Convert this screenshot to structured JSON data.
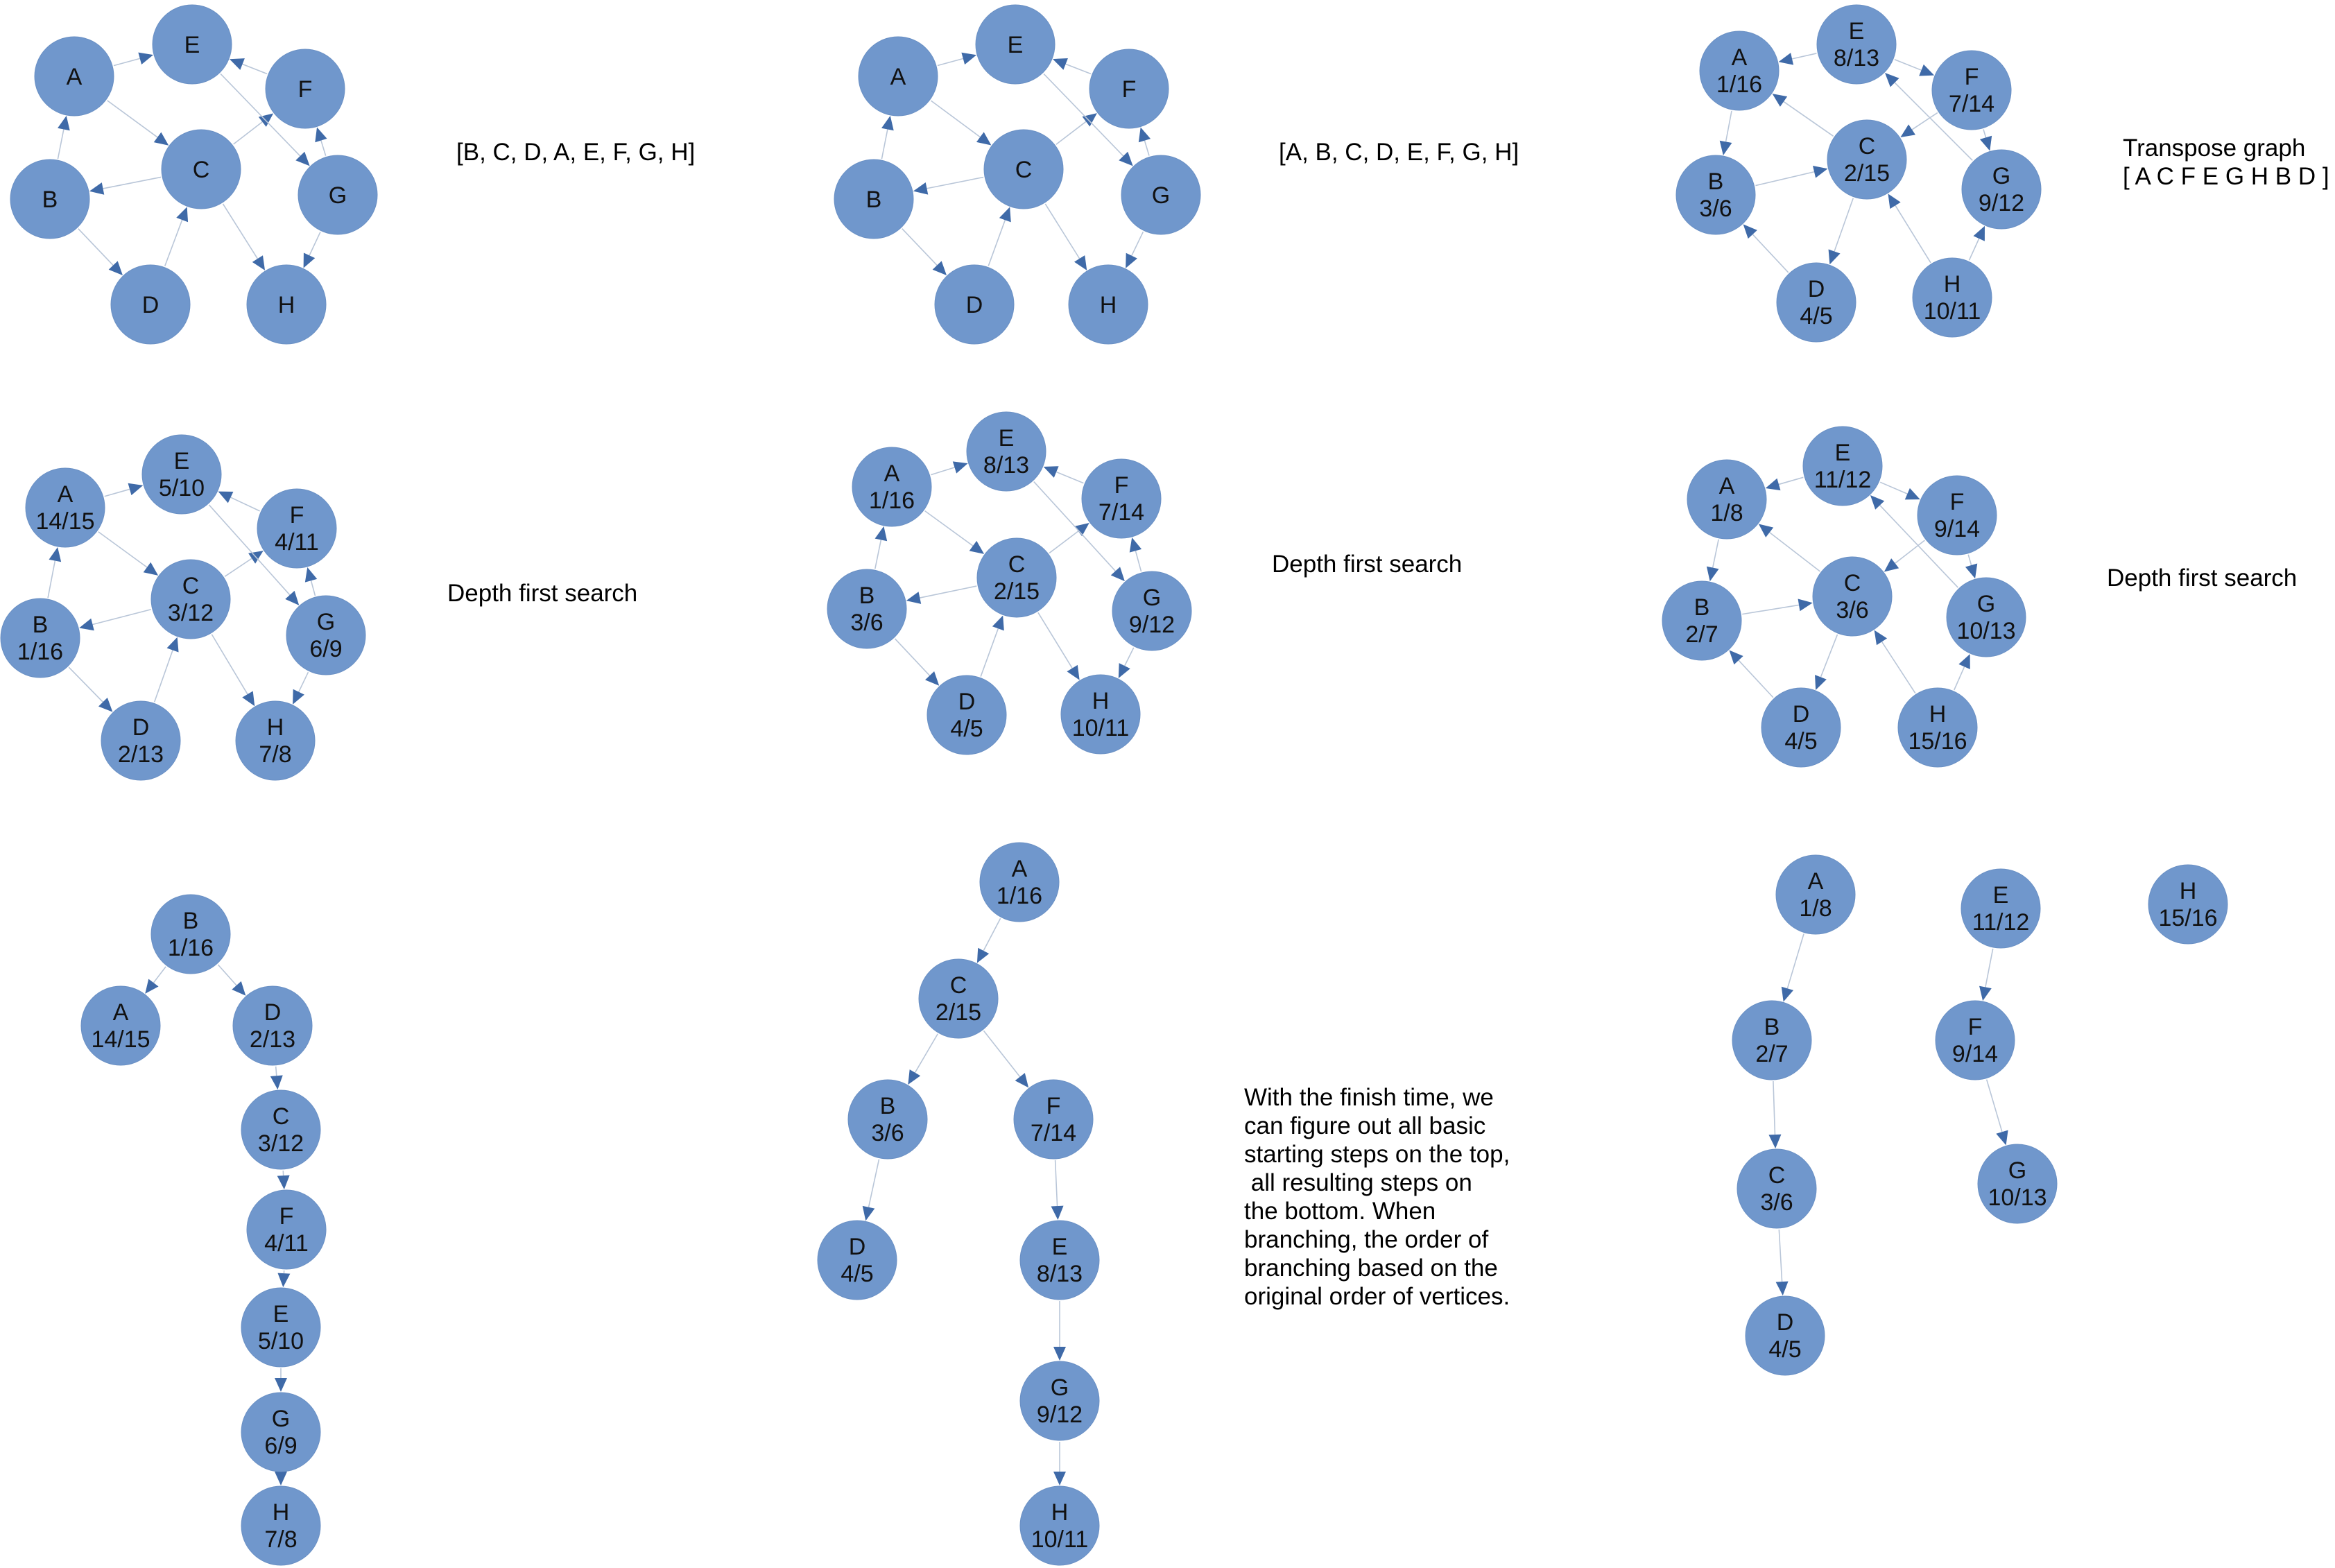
{
  "colors": {
    "node_fill": "#7097cc",
    "edge": "#b9c6d8",
    "arrow": "#3f6aa8"
  },
  "captions": {
    "order_1": "[B, C, D, A, E, F, G, H]",
    "order_2": "[A, B, C, D, E, F, G, H]",
    "transpose_title": "Transpose graph",
    "transpose_order": "[ A C F E G H B D ]",
    "dfs_1": "Depth first search",
    "dfs_2": "Depth first search",
    "dfs_3": "Depth first search",
    "explanation": "With the finish time, we\ncan figure out all basic\nstarting steps on the top,\n all resulting steps on\nthe bottom. When\nbranching, the order of\nbranching based on the\noriginal order of vertices."
  },
  "diagrams": [
    {
      "id": "graph-r1c1",
      "nodes": [
        {
          "id": "A",
          "label": "A",
          "sub": ""
        },
        {
          "id": "E",
          "label": "E",
          "sub": ""
        },
        {
          "id": "F",
          "label": "F",
          "sub": ""
        },
        {
          "id": "B",
          "label": "B",
          "sub": ""
        },
        {
          "id": "C",
          "label": "C",
          "sub": ""
        },
        {
          "id": "G",
          "label": "G",
          "sub": ""
        },
        {
          "id": "D",
          "label": "D",
          "sub": ""
        },
        {
          "id": "H",
          "label": "H",
          "sub": ""
        }
      ],
      "edges": [
        [
          "A",
          "E"
        ],
        [
          "A",
          "C"
        ],
        [
          "B",
          "A"
        ],
        [
          "B",
          "D"
        ],
        [
          "C",
          "B"
        ],
        [
          "C",
          "F"
        ],
        [
          "C",
          "H"
        ],
        [
          "D",
          "C"
        ],
        [
          "F",
          "E"
        ],
        [
          "E",
          "G"
        ],
        [
          "G",
          "F"
        ],
        [
          "G",
          "H"
        ]
      ]
    },
    {
      "id": "graph-r1c2",
      "nodes": [
        {
          "id": "A",
          "label": "A",
          "sub": ""
        },
        {
          "id": "E",
          "label": "E",
          "sub": ""
        },
        {
          "id": "F",
          "label": "F",
          "sub": ""
        },
        {
          "id": "B",
          "label": "B",
          "sub": ""
        },
        {
          "id": "C",
          "label": "C",
          "sub": ""
        },
        {
          "id": "G",
          "label": "G",
          "sub": ""
        },
        {
          "id": "D",
          "label": "D",
          "sub": ""
        },
        {
          "id": "H",
          "label": "H",
          "sub": ""
        }
      ],
      "edges": [
        [
          "A",
          "E"
        ],
        [
          "A",
          "C"
        ],
        [
          "B",
          "A"
        ],
        [
          "B",
          "D"
        ],
        [
          "C",
          "B"
        ],
        [
          "C",
          "F"
        ],
        [
          "C",
          "H"
        ],
        [
          "D",
          "C"
        ],
        [
          "F",
          "E"
        ],
        [
          "E",
          "G"
        ],
        [
          "G",
          "F"
        ],
        [
          "G",
          "H"
        ]
      ]
    },
    {
      "id": "graph-r1c3",
      "nodes": [
        {
          "id": "E",
          "label": "E",
          "sub": "8/13"
        },
        {
          "id": "A",
          "label": "A",
          "sub": "1/16"
        },
        {
          "id": "F",
          "label": "F",
          "sub": "7/14"
        },
        {
          "id": "C",
          "label": "C",
          "sub": "2/15"
        },
        {
          "id": "B",
          "label": "B",
          "sub": "3/6"
        },
        {
          "id": "G",
          "label": "G",
          "sub": "9/12"
        },
        {
          "id": "D",
          "label": "D",
          "sub": "4/5"
        },
        {
          "id": "H",
          "label": "H",
          "sub": "10/11"
        }
      ],
      "edges": [
        [
          "E",
          "A"
        ],
        [
          "E",
          "F"
        ],
        [
          "F",
          "C"
        ],
        [
          "F",
          "G"
        ],
        [
          "C",
          "A"
        ],
        [
          "A",
          "B"
        ],
        [
          "B",
          "C"
        ],
        [
          "C",
          "D"
        ],
        [
          "D",
          "B"
        ],
        [
          "H",
          "C"
        ],
        [
          "H",
          "G"
        ],
        [
          "G",
          "E"
        ]
      ]
    },
    {
      "id": "graph-r2c1",
      "nodes": [
        {
          "id": "A",
          "label": "A",
          "sub": "14/15"
        },
        {
          "id": "E",
          "label": "E",
          "sub": "5/10"
        },
        {
          "id": "F",
          "label": "F",
          "sub": "4/11"
        },
        {
          "id": "C",
          "label": "C",
          "sub": "3/12"
        },
        {
          "id": "B",
          "label": "B",
          "sub": "1/16"
        },
        {
          "id": "G",
          "label": "G",
          "sub": "6/9"
        },
        {
          "id": "D",
          "label": "D",
          "sub": "2/13"
        },
        {
          "id": "H",
          "label": "H",
          "sub": "7/8"
        }
      ],
      "edges": [
        [
          "A",
          "E"
        ],
        [
          "A",
          "C"
        ],
        [
          "B",
          "A"
        ],
        [
          "B",
          "D"
        ],
        [
          "C",
          "B"
        ],
        [
          "C",
          "F"
        ],
        [
          "C",
          "H"
        ],
        [
          "D",
          "C"
        ],
        [
          "F",
          "E"
        ],
        [
          "E",
          "G"
        ],
        [
          "G",
          "F"
        ],
        [
          "G",
          "H"
        ]
      ]
    },
    {
      "id": "graph-r2c2",
      "nodes": [
        {
          "id": "A",
          "label": "A",
          "sub": "1/16"
        },
        {
          "id": "E",
          "label": "E",
          "sub": "8/13"
        },
        {
          "id": "F",
          "label": "F",
          "sub": "7/14"
        },
        {
          "id": "C",
          "label": "C",
          "sub": "2/15"
        },
        {
          "id": "B",
          "label": "B",
          "sub": "3/6"
        },
        {
          "id": "G",
          "label": "G",
          "sub": "9/12"
        },
        {
          "id": "D",
          "label": "D",
          "sub": "4/5"
        },
        {
          "id": "H",
          "label": "H",
          "sub": "10/11"
        }
      ],
      "edges": [
        [
          "A",
          "E"
        ],
        [
          "A",
          "C"
        ],
        [
          "B",
          "A"
        ],
        [
          "B",
          "D"
        ],
        [
          "C",
          "B"
        ],
        [
          "C",
          "F"
        ],
        [
          "C",
          "H"
        ],
        [
          "D",
          "C"
        ],
        [
          "F",
          "E"
        ],
        [
          "E",
          "G"
        ],
        [
          "G",
          "F"
        ],
        [
          "G",
          "H"
        ]
      ]
    },
    {
      "id": "graph-r2c3",
      "nodes": [
        {
          "id": "E",
          "label": "E",
          "sub": "11/12"
        },
        {
          "id": "A",
          "label": "A",
          "sub": "1/8"
        },
        {
          "id": "F",
          "label": "F",
          "sub": "9/14"
        },
        {
          "id": "C",
          "label": "C",
          "sub": "3/6"
        },
        {
          "id": "B",
          "label": "B",
          "sub": "2/7"
        },
        {
          "id": "G",
          "label": "G",
          "sub": "10/13"
        },
        {
          "id": "D",
          "label": "D",
          "sub": "4/5"
        },
        {
          "id": "H",
          "label": "H",
          "sub": "15/16"
        }
      ],
      "edges": [
        [
          "E",
          "A"
        ],
        [
          "E",
          "F"
        ],
        [
          "F",
          "C"
        ],
        [
          "F",
          "G"
        ],
        [
          "C",
          "A"
        ],
        [
          "A",
          "B"
        ],
        [
          "B",
          "C"
        ],
        [
          "C",
          "D"
        ],
        [
          "D",
          "B"
        ],
        [
          "H",
          "C"
        ],
        [
          "H",
          "G"
        ],
        [
          "G",
          "E"
        ]
      ]
    },
    {
      "id": "tree-r3c1",
      "nodes": [
        {
          "id": "B",
          "label": "B",
          "sub": "1/16"
        },
        {
          "id": "A",
          "label": "A",
          "sub": "14/15"
        },
        {
          "id": "D",
          "label": "D",
          "sub": "2/13"
        },
        {
          "id": "C",
          "label": "C",
          "sub": "3/12"
        },
        {
          "id": "F",
          "label": "F",
          "sub": "4/11"
        },
        {
          "id": "E",
          "label": "E",
          "sub": "5/10"
        },
        {
          "id": "G",
          "label": "G",
          "sub": "6/9"
        },
        {
          "id": "H",
          "label": "H",
          "sub": "7/8"
        }
      ],
      "edges": [
        [
          "B",
          "A"
        ],
        [
          "B",
          "D"
        ],
        [
          "D",
          "C"
        ],
        [
          "C",
          "F"
        ],
        [
          "F",
          "E"
        ],
        [
          "E",
          "G"
        ],
        [
          "G",
          "H"
        ]
      ]
    },
    {
      "id": "tree-r3c2",
      "nodes": [
        {
          "id": "A",
          "label": "A",
          "sub": "1/16"
        },
        {
          "id": "C",
          "label": "C",
          "sub": "2/15"
        },
        {
          "id": "B",
          "label": "B",
          "sub": "3/6"
        },
        {
          "id": "F",
          "label": "F",
          "sub": "7/14"
        },
        {
          "id": "D",
          "label": "D",
          "sub": "4/5"
        },
        {
          "id": "E",
          "label": "E",
          "sub": "8/13"
        },
        {
          "id": "G",
          "label": "G",
          "sub": "9/12"
        },
        {
          "id": "H",
          "label": "H",
          "sub": "10/11"
        }
      ],
      "edges": [
        [
          "A",
          "C"
        ],
        [
          "C",
          "B"
        ],
        [
          "C",
          "F"
        ],
        [
          "B",
          "D"
        ],
        [
          "F",
          "E"
        ],
        [
          "E",
          "G"
        ],
        [
          "G",
          "H"
        ]
      ]
    },
    {
      "id": "forest-r3c3",
      "nodes": [
        {
          "id": "A",
          "label": "A",
          "sub": "1/8"
        },
        {
          "id": "E",
          "label": "E",
          "sub": "11/12"
        },
        {
          "id": "H",
          "label": "H",
          "sub": "15/16"
        },
        {
          "id": "B",
          "label": "B",
          "sub": "2/7"
        },
        {
          "id": "F",
          "label": "F",
          "sub": "9/14"
        },
        {
          "id": "C",
          "label": "C",
          "sub": "3/6"
        },
        {
          "id": "G",
          "label": "G",
          "sub": "10/13"
        },
        {
          "id": "D",
          "label": "D",
          "sub": "4/5"
        }
      ],
      "edges": [
        [
          "A",
          "B"
        ],
        [
          "B",
          "C"
        ],
        [
          "C",
          "D"
        ],
        [
          "E",
          "F"
        ],
        [
          "F",
          "G"
        ]
      ]
    }
  ]
}
